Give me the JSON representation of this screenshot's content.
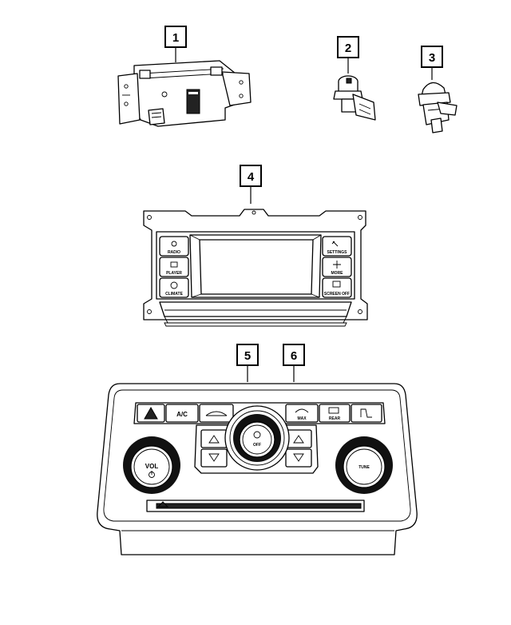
{
  "callouts": [
    {
      "id": "1"
    },
    {
      "id": "2"
    },
    {
      "id": "3"
    },
    {
      "id": "4"
    },
    {
      "id": "5"
    },
    {
      "id": "6"
    }
  ],
  "radio_display": {
    "left_buttons": [
      "RADIO",
      "PLAYER",
      "CLIMATE"
    ],
    "right_buttons": [
      "SETTINGS",
      "MORE",
      "SCREEN OFF"
    ]
  },
  "climate_panel": {
    "ac_label": "A/C",
    "vol_label": "VOL",
    "tune_label": "TUNE",
    "rear_label": "REAR",
    "off_label": "OFF",
    "max_label": "MAX"
  }
}
